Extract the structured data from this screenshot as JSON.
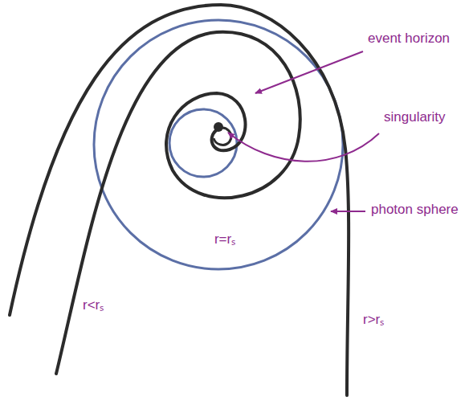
{
  "diagram": {
    "labels": [
      "event horizon",
      "singularity",
      "photon sphere",
      "r=rₛ",
      "r<rₛ",
      "r>rₛ"
    ]
  }
}
